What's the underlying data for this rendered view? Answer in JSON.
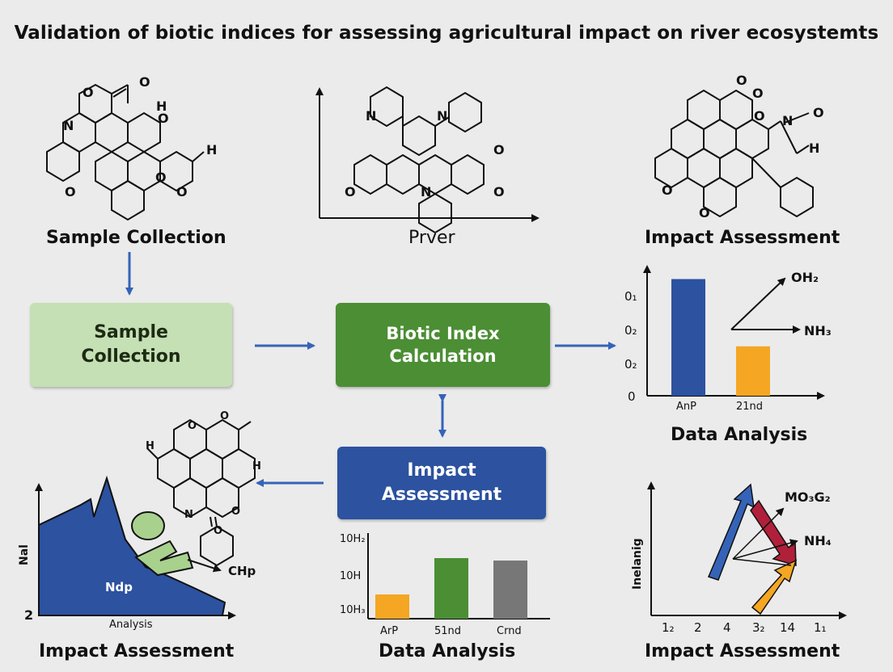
{
  "title": "Validation of biotic indices for assessing agricultural impact on river ecosystemts",
  "labels": {
    "top_left": "Sample Collection",
    "top_center": "Prver",
    "top_right": "Impact Assessment",
    "mid_right": "Data Analysis",
    "bottom_left": "Impact Assessment",
    "bottom_center": "Data Analysis",
    "bottom_right": "Impact Assessment"
  },
  "boxes": {
    "sample_line1": "Sample",
    "sample_line2": "Collection",
    "biotic_line1": "Biotic Index",
    "biotic_line2": "Calculation",
    "impact_line1": "Impact",
    "impact_line2": "Assessment"
  },
  "molecule_atoms": {
    "m1": [
      "O",
      "O",
      "N",
      "H",
      "O",
      "H",
      "O",
      "O",
      "O"
    ],
    "m2": [
      "N",
      "N",
      "O",
      "O",
      "O",
      "N"
    ],
    "m3": [
      "O",
      "O",
      "O",
      "N",
      "O",
      "H",
      "O",
      "O"
    ],
    "m4": [
      "O",
      "O",
      "H",
      "H",
      "N",
      "O",
      "O"
    ]
  },
  "area_chart": {
    "ylabel": "Nal",
    "y_tick": "2",
    "xlabel": "Analysis",
    "area_label": "Ndp",
    "callout": "CHp"
  },
  "colors": {
    "green_light": "#c5e0b4",
    "green": "#4b8e34",
    "blue": "#2c52a0",
    "arrow_blue": "#3563b8",
    "orange": "#f5a623",
    "gray": "#777777",
    "red": "#b0203a"
  },
  "chart_data": [
    {
      "type": "bar",
      "y_tick_labels": [
        "0₁",
        "0₂",
        "0₂",
        "0"
      ],
      "categories": [
        "AnP",
        "21nd"
      ],
      "values": [
        0.85,
        0.36
      ],
      "ylim": [
        0,
        1
      ],
      "bar_colors": [
        "#2c52a0",
        "#f5a623"
      ],
      "annotations": [
        "OH₂",
        "NH₃"
      ],
      "caption": "Data Analysis"
    },
    {
      "type": "bar",
      "y_tick_labels": [
        "10H₂",
        "10H",
        "10H₃"
      ],
      "categories": [
        "ArP",
        "51nd",
        "Crnd"
      ],
      "values": [
        0.3,
        0.75,
        0.72
      ],
      "ylim": [
        0,
        1
      ],
      "bar_colors": [
        "#f5a623",
        "#4b8e34",
        "#777777"
      ],
      "caption": "Data Analysis"
    },
    {
      "type": "scatter",
      "ylabel": "Inelanig",
      "x_tick_labels": [
        "1₂",
        "2",
        "4",
        "3₂",
        "14",
        "1₁"
      ],
      "annotations": [
        "MO₃G₂",
        "NH₄"
      ],
      "caption": "Impact Assessment"
    }
  ]
}
